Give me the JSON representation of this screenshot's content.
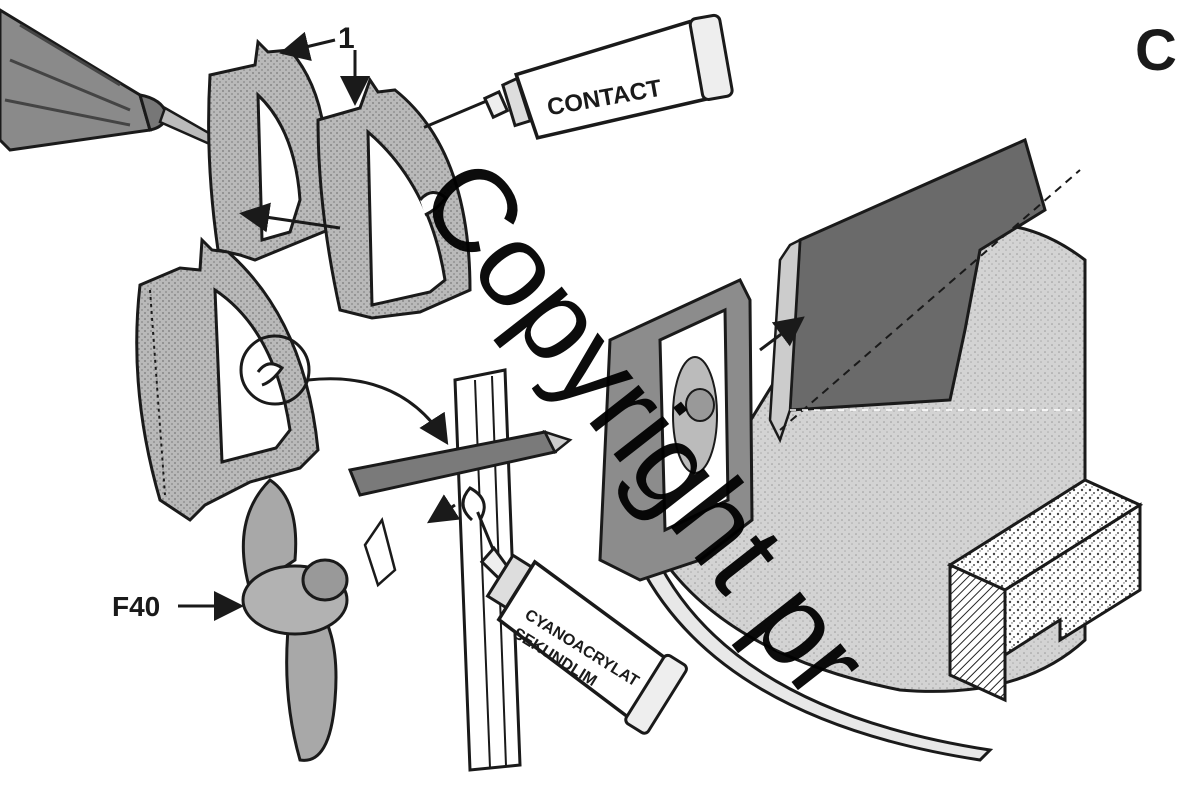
{
  "figure": {
    "section_letter": "C",
    "part_number_label": "1",
    "propeller_label": "F40"
  },
  "tubes": {
    "contact_label": "CONTACT",
    "cyano_line1": "CYANOACRYLAT",
    "cyano_line2": "SEKUNDLIM"
  },
  "watermark": {
    "text": "Copyright pr"
  },
  "colors": {
    "ink": "#1a1a1a",
    "stipple": "#9a9a9a",
    "dark_fill": "#6f6f6f",
    "light_fill": "#c9c9c9"
  }
}
